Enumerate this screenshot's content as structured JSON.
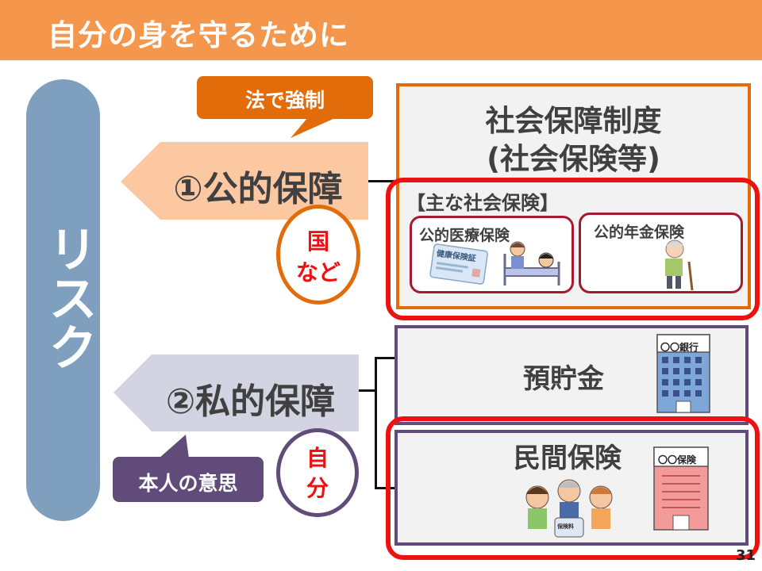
{
  "header": {
    "title": "自分の身を守るために"
  },
  "risk": {
    "label": "リスク"
  },
  "public": {
    "arrow_label": "①公的保障",
    "bubble": "法で強制",
    "circle_line1": "国",
    "circle_line2": "など"
  },
  "private": {
    "arrow_label": "②私的保障",
    "bubble": "本人の意思",
    "circle_line1": "自",
    "circle_line2": "分"
  },
  "social_security": {
    "title_line1": "社会保障制度",
    "title_line2": "(社会保険等)",
    "subheading": "【主な社会保険】",
    "medical": "公的医療保険",
    "card_text": "健康保険証",
    "pension": "公的年金保険"
  },
  "savings": {
    "label": "預貯金",
    "bank_sign": "〇〇銀行"
  },
  "insurance": {
    "label": "民間保険",
    "company_sign": "〇〇保険",
    "jar_text": "保険料"
  },
  "page": {
    "number": "31"
  },
  "colors": {
    "header": "#f4974d",
    "risk": "#7e9fbd",
    "public_arrow": "#fbc8a2",
    "public_bubble": "#e36c0a",
    "private_arrow": "#d3d3e1",
    "private_bubble": "#604b7a",
    "highlight": "#ee1111"
  }
}
